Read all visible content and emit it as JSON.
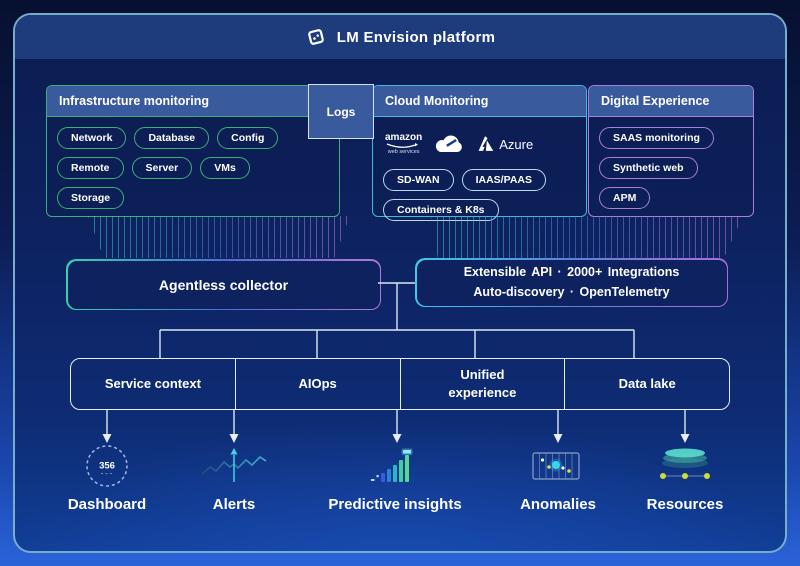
{
  "header": {
    "title": "LM Envision platform"
  },
  "panels": {
    "infrastructure": {
      "title": "Infrastructure monitoring",
      "pills": [
        "Network",
        "Database",
        "Config",
        "Remote",
        "Server",
        "VMs",
        "Storage"
      ]
    },
    "logs": {
      "label": "Logs"
    },
    "cloud": {
      "title": "Cloud Monitoring",
      "aws": {
        "line1": "amazon",
        "line2": "web services"
      },
      "azure_label": "Azure",
      "pills": [
        "SD-WAN",
        "IAAS/PAAS",
        "Containers & K8s"
      ]
    },
    "digital": {
      "title": "Digital Experience",
      "pills": [
        "SAAS monitoring",
        "Synthetic web",
        "APM"
      ]
    }
  },
  "collectors": {
    "agentless_label": "Agentless collector",
    "extensible_line1": "Extensible API · 2000+ Integrations",
    "extensible_line2": "Auto-discovery · OpenTelemetry"
  },
  "capabilities": [
    {
      "label": "Service context"
    },
    {
      "label": "AIOps"
    },
    {
      "label": "Unified\nexperience"
    },
    {
      "label": "Data lake"
    }
  ],
  "outputs": [
    {
      "label": "Dashboard",
      "value": "356"
    },
    {
      "label": "Alerts"
    },
    {
      "label": "Predictive insights"
    },
    {
      "label": "Anomalies"
    },
    {
      "label": "Resources"
    }
  ],
  "colors": {
    "infrastructure_accent": "#3fae77",
    "cloud_accent": "#3fb9dc",
    "digital_accent": "#a97fd9",
    "header_band": "#3a5a9e",
    "highlight_cyan": "#49d6f2",
    "highlight_green": "#cddc39"
  }
}
